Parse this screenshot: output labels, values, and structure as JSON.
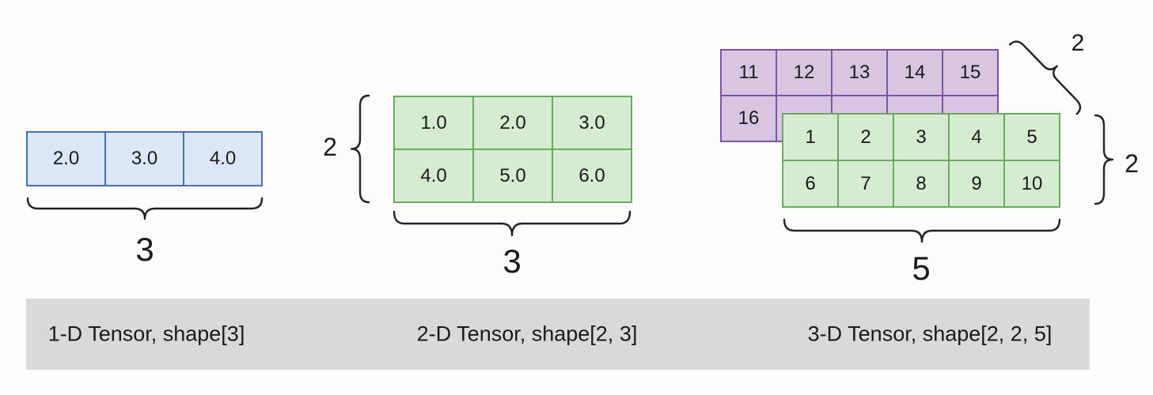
{
  "colors": {
    "blue_fill": "#dbe7f6",
    "blue_border": "#4a6fae",
    "green_fill": "#d5ecd0",
    "green_border": "#6aaa5e",
    "purple_fill": "#d8c5e1",
    "purple_border": "#7d54a1",
    "caption_bar_bg": "#d9d9d9",
    "text": "#1a1a1a",
    "brace": "#222222"
  },
  "tensor_1d": {
    "values": [
      "2.0",
      "3.0",
      "4.0"
    ],
    "width_label": "3",
    "caption": "1-D Tensor, shape[3]"
  },
  "tensor_2d": {
    "rows": [
      [
        "1.0",
        "2.0",
        "3.0"
      ],
      [
        "4.0",
        "5.0",
        "6.0"
      ]
    ],
    "height_label": "2",
    "width_label": "3",
    "caption": "2-D Tensor, shape[2, 3]"
  },
  "tensor_3d": {
    "back_layer": {
      "rows": [
        [
          "11",
          "12",
          "13",
          "14",
          "15"
        ],
        [
          "16",
          "",
          "",
          "",
          ""
        ]
      ]
    },
    "front_layer": {
      "rows": [
        [
          "1",
          "2",
          "3",
          "4",
          "5"
        ],
        [
          "6",
          "7",
          "8",
          "9",
          "10"
        ]
      ]
    },
    "depth_label": "2",
    "height_label": "2",
    "width_label": "5",
    "caption": "3-D Tensor, shape[2, 2, 5]"
  }
}
